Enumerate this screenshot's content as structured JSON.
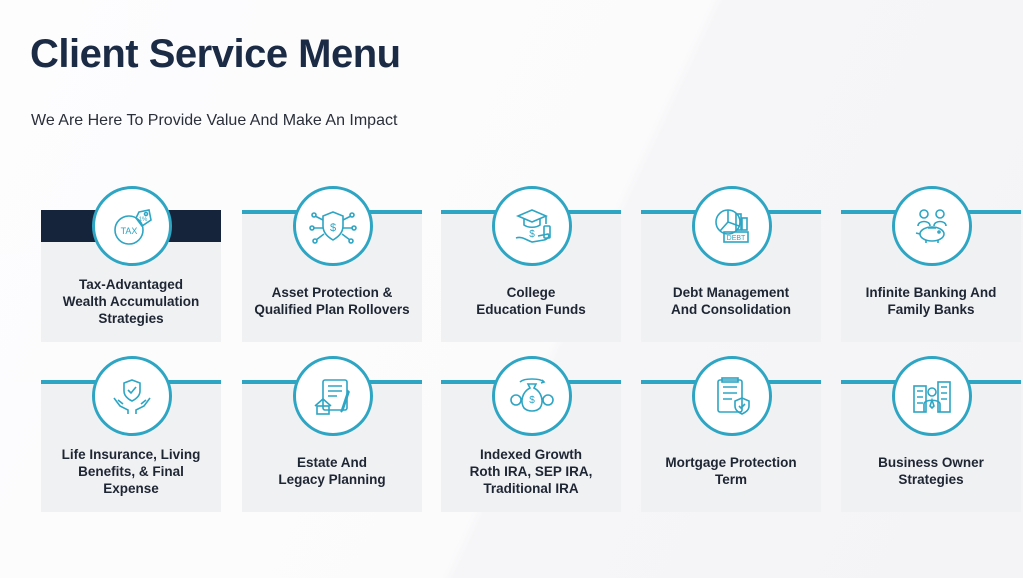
{
  "header": {
    "title": "Client Service Menu",
    "subtitle": "We Are Here To Provide Value And Make An Impact"
  },
  "colors": {
    "accent": "#2ea5c3",
    "navy": "#15243a",
    "card_bg": "#f0f1f3"
  },
  "cards": [
    {
      "label": "Tax-Advantaged\nWealth Accumulation\nStrategies",
      "icon": "tax-tag-icon",
      "icon_text": "TAX",
      "badge_text": "1%"
    },
    {
      "label": "Asset Protection &\nQualified Plan Rollovers",
      "icon": "shield-dollar-network-icon"
    },
    {
      "label": "College\nEducation Funds",
      "icon": "graduation-cap-money-icon"
    },
    {
      "label": "Debt Management\nAnd Consolidation",
      "icon": "debt-chart-icon",
      "icon_text": "DEBT"
    },
    {
      "label": "Infinite Banking And\nFamily Banks",
      "icon": "family-piggy-bank-icon"
    },
    {
      "label": "Life Insurance, Living\nBenefits, & Final\nExpense",
      "icon": "hands-shield-icon"
    },
    {
      "label": "Estate And\nLegacy Planning",
      "icon": "house-document-icon"
    },
    {
      "label": "Indexed Growth\nRoth IRA, SEP IRA,\nTraditional IRA",
      "icon": "money-bag-gears-icon"
    },
    {
      "label": "Mortgage Protection\nTerm",
      "icon": "document-shield-icon"
    },
    {
      "label": "Business Owner\nStrategies",
      "icon": "businessman-buildings-icon"
    }
  ]
}
